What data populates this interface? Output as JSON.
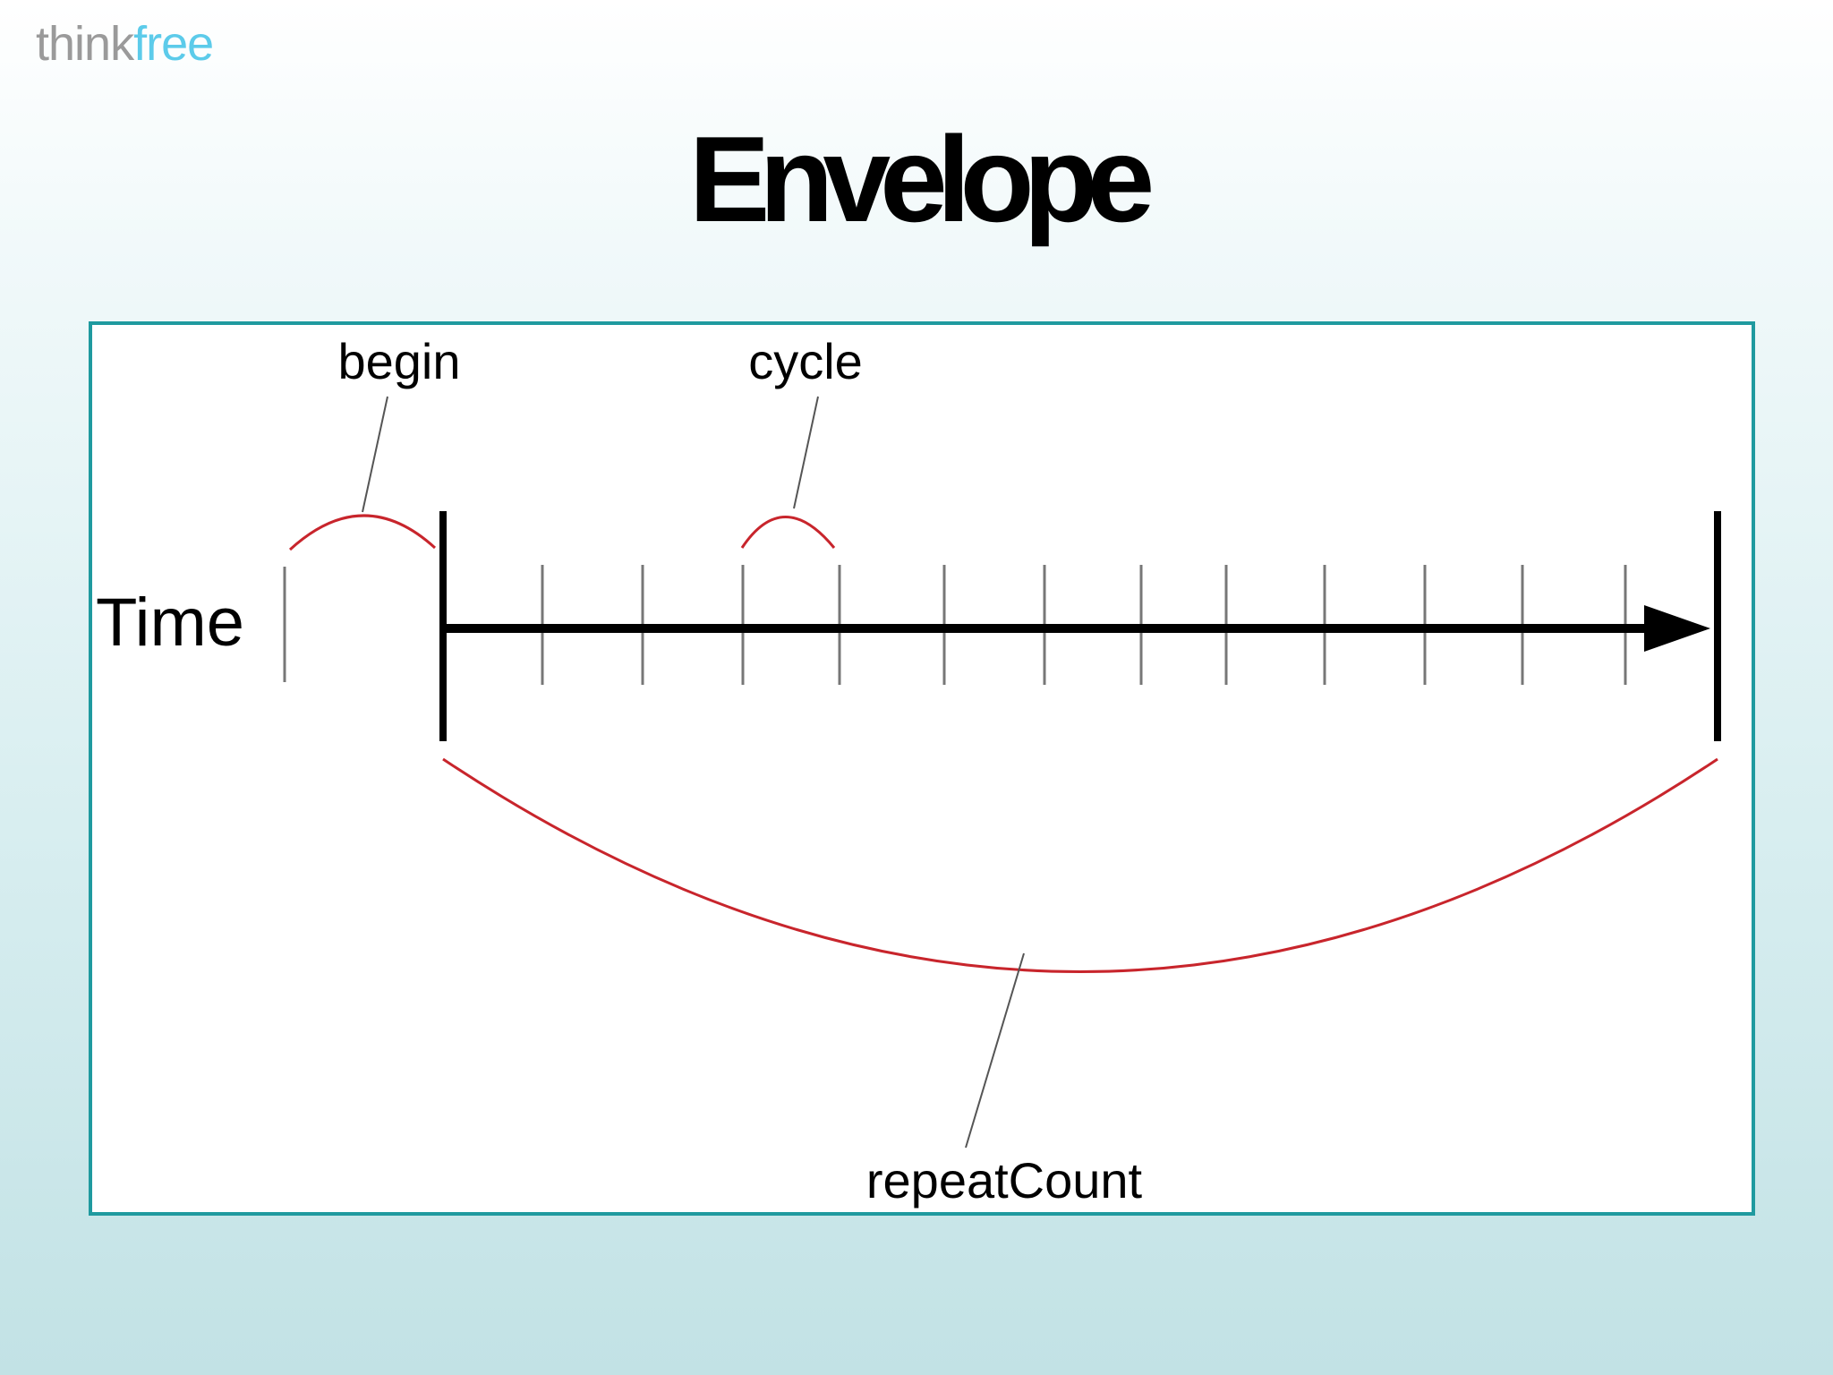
{
  "logo": {
    "part1": "think",
    "part2": "free"
  },
  "slide": {
    "title": "Envelope"
  },
  "diagram": {
    "axis_label": "Time",
    "labels": {
      "begin": "begin",
      "cycle": "cycle",
      "repeat_count": "repeatCount"
    },
    "colors": {
      "frame_border": "#1f9a9f",
      "brace": "#c8252c",
      "axis": "#000000",
      "tick": "#777777",
      "leader": "#555555"
    }
  }
}
